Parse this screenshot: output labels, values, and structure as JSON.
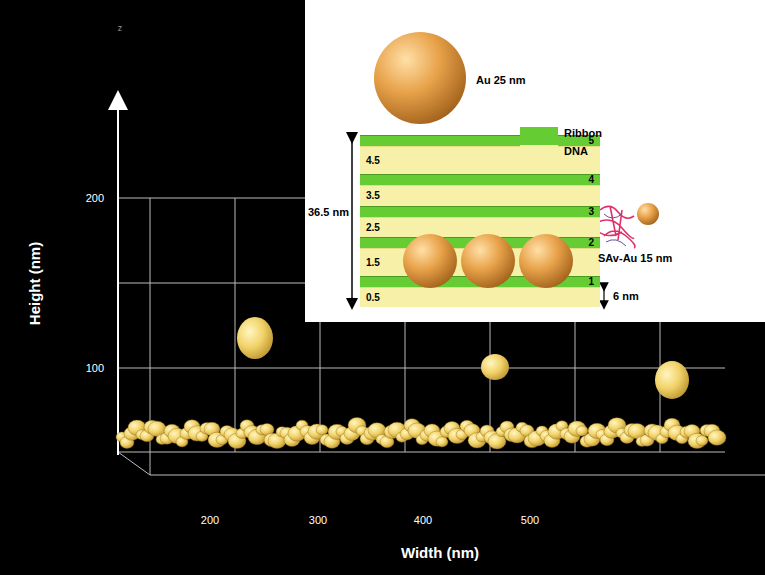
{
  "diagram": {
    "nodes": [
      {
        "text": [
          "5"
        ]
      },
      {
        "text": [
          "4.5"
        ]
      },
      {
        "text": [
          "4"
        ]
      },
      {
        "text": [
          "3.5"
        ]
      },
      {
        "text": [
          "3"
        ]
      },
      {
        "text": [
          "2.5"
        ]
      },
      {
        "text": [
          "2"
        ]
      },
      {
        "text": [
          "1.5"
        ]
      },
      {
        "text": [
          "1"
        ]
      },
      {
        "text": [
          "0.5"
        ]
      }
    ],
    "labels": [
      "z",
      "200",
      "100",
      "Height (nm)",
      "200",
      "300",
      "400",
      "500",
      "Width (nm)",
      "Au 25 nm",
      "SAv-Au 15 nm",
      "36.5 nm",
      "6 nm"
    ],
    "legend": [
      {
        "text": "Ribbon",
        "color": "#66cc33"
      },
      {
        "text": "DNA",
        "color": "#f7f0a8"
      }
    ]
  }
}
